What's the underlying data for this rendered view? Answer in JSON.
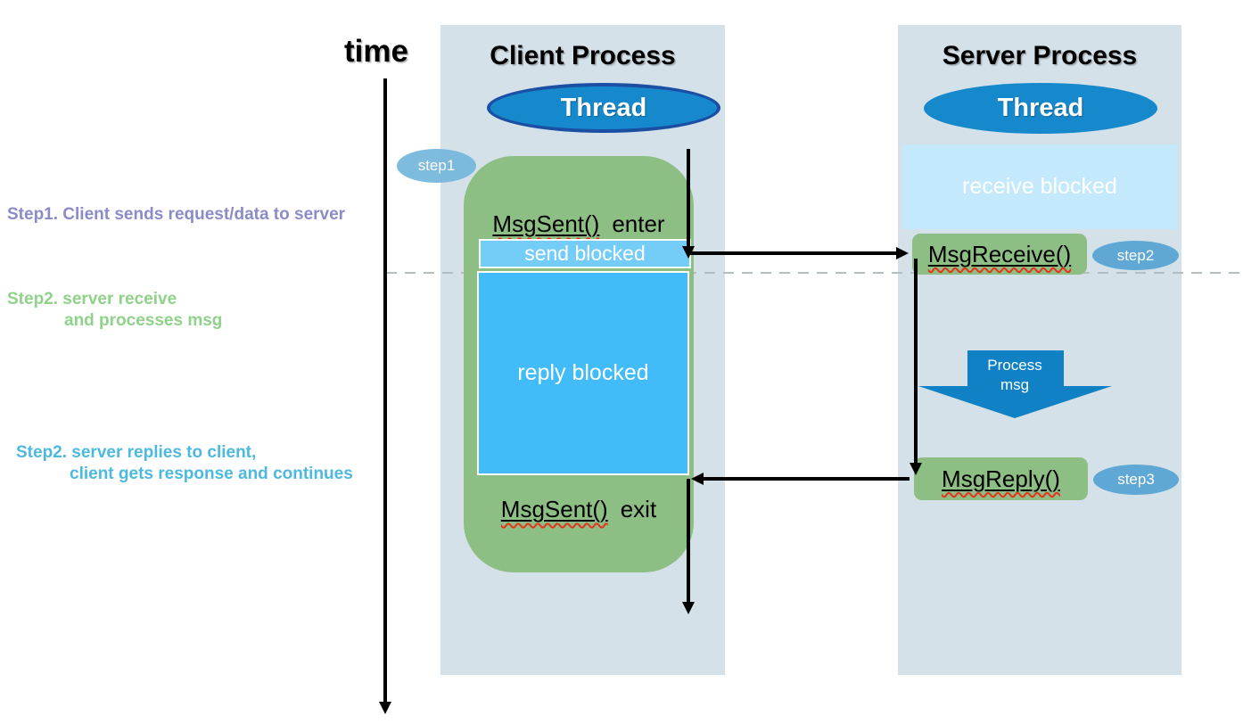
{
  "time_label": "time",
  "client": {
    "title": "Client Process",
    "thread_label": "Thread",
    "msgsent_enter": {
      "fn": "MsgSent()",
      "mode": "enter"
    },
    "send_blocked_label": "send blocked",
    "reply_blocked_label": "reply blocked",
    "msgsent_exit": {
      "fn": "MsgSent()",
      "mode": "exit"
    }
  },
  "server": {
    "title": "Server Process",
    "thread_label": "Thread",
    "receive_blocked_label": "receive blocked",
    "msgreceive_fn": "MsgReceive()",
    "process_msg_line1": "Process",
    "process_msg_line2": "msg",
    "msgreply_fn": "MsgReply()"
  },
  "badges": {
    "step1": "step1",
    "step2": "step2",
    "step3": "step3"
  },
  "annotations": {
    "step1": "Step1. Client sends request/data to server",
    "step2_line1": "Step2. server receive",
    "step2_line2": "and processes msg",
    "step3_line1": "Step2. server replies to client,",
    "step3_line2": "client gets response and continues"
  },
  "palette": {
    "column_bg": "#d4e1e8",
    "green_block": "#8dbe83",
    "thread_fill": "#1689cd",
    "thread_border": "#1b4fa3",
    "send_blocked_fill": "#74cdf7",
    "reply_blocked_fill": "#41bcf8",
    "receive_blocked_fill": "#c4e9fd",
    "process_arrow_fill": "#1181c6",
    "step_badge_fill": "#5fa8d5",
    "step1_badge_fill": "#74b7dc",
    "annotation_step1_color": "#8a8bc8",
    "annotation_step2_color": "#8fd289",
    "annotation_step3_color": "#4db9de",
    "arrow_color": "#000000",
    "divider_color": "#b3bdc2"
  }
}
